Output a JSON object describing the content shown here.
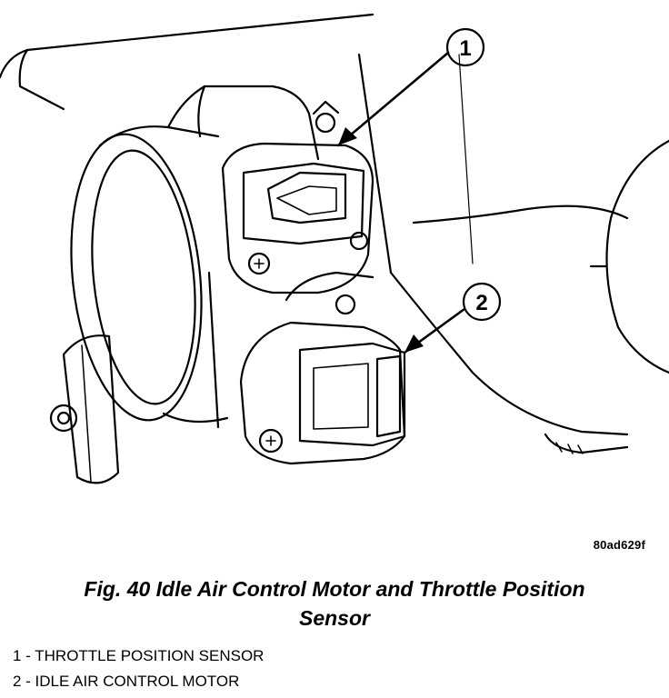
{
  "figure": {
    "ref_code": "80ad629f",
    "caption_line1": "Fig. 40 Idle Air Control Motor and Throttle Position",
    "caption_line2": "Sensor"
  },
  "callouts": [
    {
      "number": "1"
    },
    {
      "number": "2"
    }
  ],
  "legend": [
    {
      "number": "1",
      "text": "1 - THROTTLE POSITION SENSOR"
    },
    {
      "number": "2",
      "text": "2 - IDLE AIR CONTROL MOTOR"
    }
  ]
}
